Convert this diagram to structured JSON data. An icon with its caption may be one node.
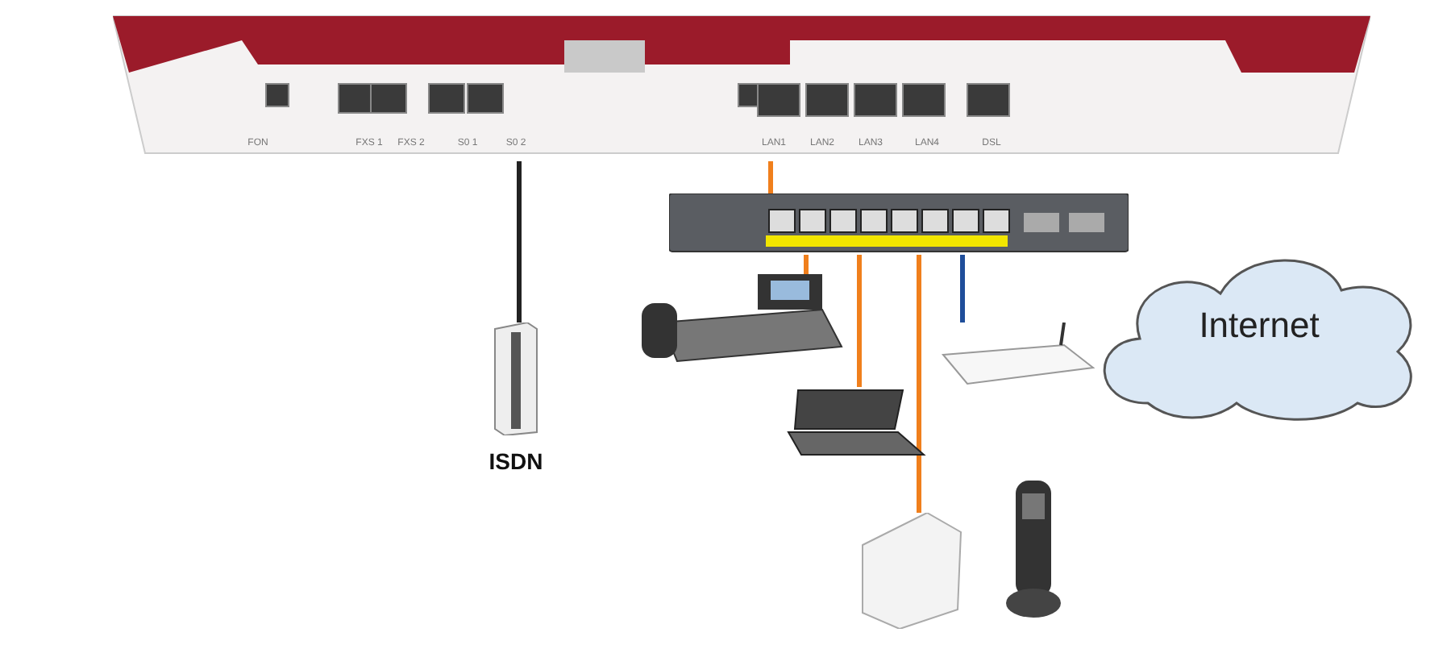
{
  "diagram": {
    "nodes": [
      {
        "text": [],
        "shape": "picture"
      },
      {
        "text": [],
        "shape": "picture"
      },
      {
        "text": [],
        "shape": "picture"
      },
      {
        "text": [],
        "shape": "picture"
      },
      {
        "text": [
          "Internet"
        ]
      },
      {
        "text": [],
        "shape": "picture",
        "beside": [
          "ISDN"
        ]
      },
      {
        "text": [],
        "shape": "picture"
      },
      {
        "text": [],
        "shape": "picture"
      },
      {
        "text": [],
        "shape": "picture"
      }
    ],
    "edges": [
      {
        "from": 0,
        "to": 5,
        "arrow": "none",
        "color": "#222222"
      },
      {
        "from": 0,
        "to": 1,
        "arrow": "none"
      },
      {
        "from": 1,
        "to": 2,
        "arrow": "none"
      },
      {
        "from": 1,
        "to": 6,
        "arrow": "none"
      },
      {
        "from": 1,
        "to": 7,
        "arrow": "none"
      },
      {
        "from": 1,
        "to": 3,
        "arrow": "none",
        "color": "#1f4e9a"
      }
    ],
    "labels": [
      "FON",
      "FXS 1",
      "FXS 2",
      "S0 1",
      "S0 2",
      "LAN1",
      "LAN2",
      "LAN3",
      "LAN4",
      "DSL"
    ]
  }
}
